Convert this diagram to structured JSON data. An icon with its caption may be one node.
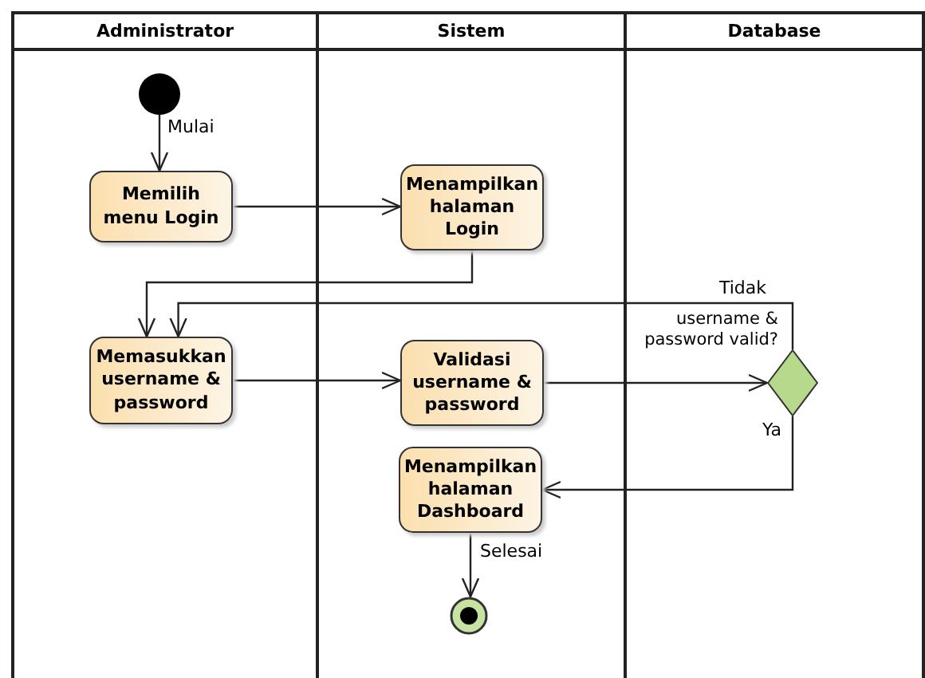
{
  "diagram": {
    "nodes": [
      {
        "text": [
          "Administrator"
        ]
      },
      {
        "text": [
          "Sistem"
        ]
      },
      {
        "text": [
          "Database"
        ]
      },
      {
        "text": [],
        "shape": "circle",
        "in": 0
      },
      {
        "text": [
          "Memilih menu Login"
        ],
        "in": 0
      },
      {
        "text": [
          "Menampilkan halaman Login"
        ],
        "in": 1
      },
      {
        "text": [
          "Memasukkan username & password"
        ],
        "in": 0
      },
      {
        "text": [
          "Validasi username & password"
        ],
        "in": 1
      },
      {
        "text": [
          "username & password valid?"
        ],
        "in": 2
      },
      {
        "text": [
          "Menampilkan halaman Dashboard"
        ],
        "in": 1
      },
      {
        "text": [],
        "shape": "circle",
        "in": 1
      }
    ],
    "edges": [
      {
        "from": 3,
        "to": 4,
        "arrow": "to",
        "label": "Mulai"
      },
      {
        "from": 4,
        "to": 5,
        "arrow": "to"
      },
      {
        "from": 5,
        "to": 6,
        "arrow": "to"
      },
      {
        "from": 8,
        "to": 6,
        "arrow": "to",
        "label": "Tidak"
      },
      {
        "from": 6,
        "to": 7,
        "arrow": "to"
      },
      {
        "from": 7,
        "to": 8,
        "arrow": "to"
      },
      {
        "from": 8,
        "to": 9,
        "arrow": "to",
        "label": "Ya"
      },
      {
        "from": 9,
        "to": 10,
        "arrow": "to",
        "label": "Selesai"
      }
    ]
  }
}
